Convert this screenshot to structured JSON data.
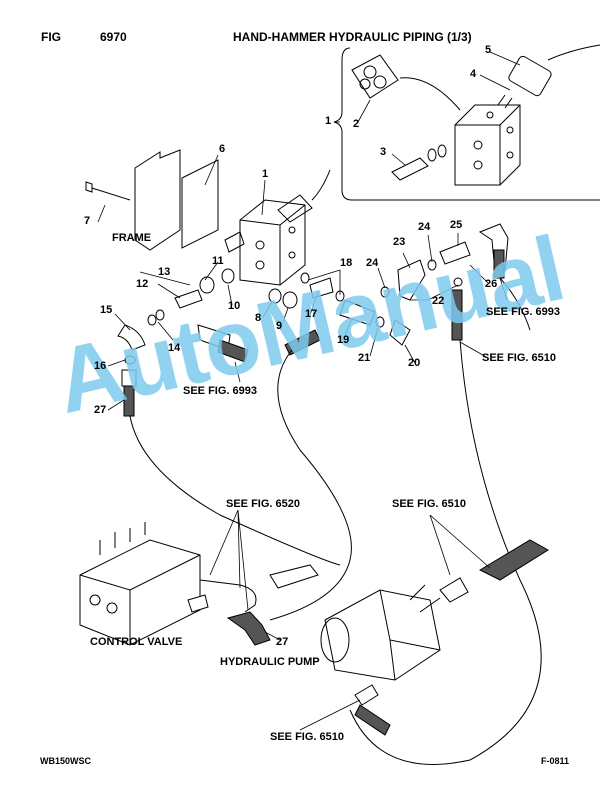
{
  "header": {
    "fig_label": "FIG",
    "fig_number": "6970",
    "title": "HAND-HAMMER HYDRAULIC PIPING (1/3)"
  },
  "labels": {
    "frame": "FRAME",
    "control_valve": "CONTROL VALVE",
    "hydraulic_pump": "HYDRAULIC PUMP",
    "see_6993_a": "SEE FIG. 6993",
    "see_6993_b": "SEE FIG. 6993",
    "see_6510_a": "SEE FIG. 6510",
    "see_6510_b": "SEE FIG. 6510",
    "see_6510_c": "SEE FIG. 6510",
    "see_6520": "SEE FIG. 6520"
  },
  "callouts": {
    "c1a": "1",
    "c1b": "1",
    "c2": "2",
    "c3": "3",
    "c4": "4",
    "c5": "5",
    "c6": "6",
    "c7": "7",
    "c8": "8",
    "c9": "9",
    "c10": "10",
    "c11": "11",
    "c12": "12",
    "c13": "13",
    "c14": "14",
    "c15": "15",
    "c16": "16",
    "c17": "17",
    "c18": "18",
    "c19": "19",
    "c20": "20",
    "c21": "21",
    "c22": "22",
    "c23": "23",
    "c24a": "24",
    "c24b": "24",
    "c25": "25",
    "c26": "26",
    "c27a": "27",
    "c27b": "27"
  },
  "watermark": "AutoManual",
  "footer": {
    "left": "WB150WSC",
    "right": "F-0811"
  }
}
